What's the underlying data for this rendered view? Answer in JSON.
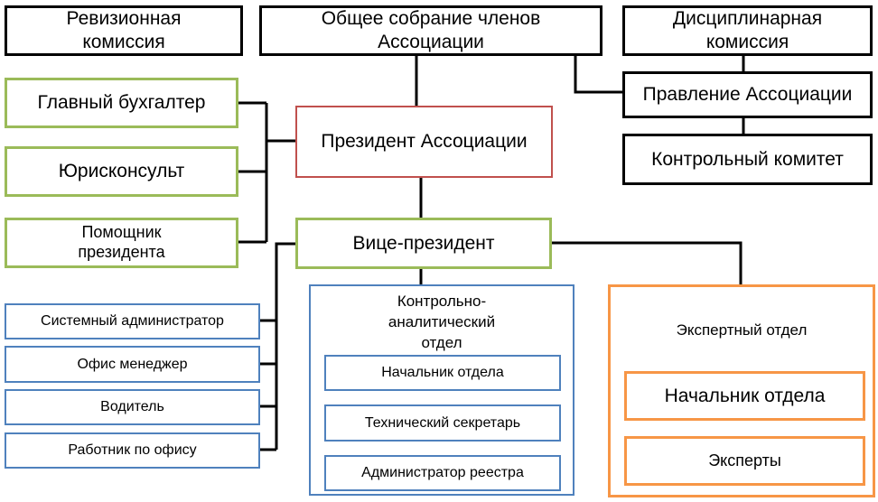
{
  "top": {
    "revision": "Ревизионная комиссия",
    "assembly": "Общее собрание членов Ассоциации",
    "disciplinary": "Дисциплинарная комиссия",
    "board": "Правление Ассоциации",
    "control_committee": "Контрольный комитет"
  },
  "president": "Президент Ассоциации",
  "vice_president": "Вице-президент",
  "president_staff": [
    "Главный бухгалтер",
    "Юрисконсульт",
    "Помощник президента"
  ],
  "vp_staff": [
    "Системный администратор",
    "Офис менеджер",
    "Водитель",
    "Работник по офису"
  ],
  "control_dept": {
    "title": "Контрольно-аналитический отдел",
    "items": [
      "Начальник отдела",
      "Технический секретарь",
      "Администратор реестра"
    ]
  },
  "expert_dept": {
    "title": "Экспертный отдел",
    "head": "Начальник отдела",
    "experts": "Эксперты"
  },
  "colors": {
    "governance": "#000000",
    "president": "#c0504d",
    "staff": "#9bbb59",
    "departments": "#4f81bd",
    "expert": "#f79646"
  }
}
